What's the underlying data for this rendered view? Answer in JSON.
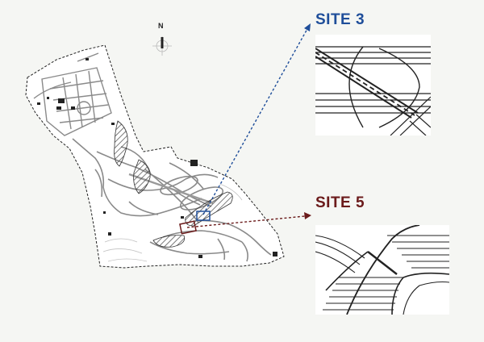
{
  "map": {
    "north_label": "N",
    "sites": [
      {
        "id": "site3",
        "label": "SITE 3",
        "color": "#1f4e9a"
      },
      {
        "id": "site5",
        "label": "SITE 5",
        "color": "#6b1b1b"
      }
    ],
    "colors": {
      "background": "#f5f6f3",
      "outline": "#222222",
      "road": "#8a8a8a",
      "hatch": "#444444",
      "inset_frame": "#ffffff"
    },
    "icons": [
      "north-arrow-icon"
    ]
  }
}
